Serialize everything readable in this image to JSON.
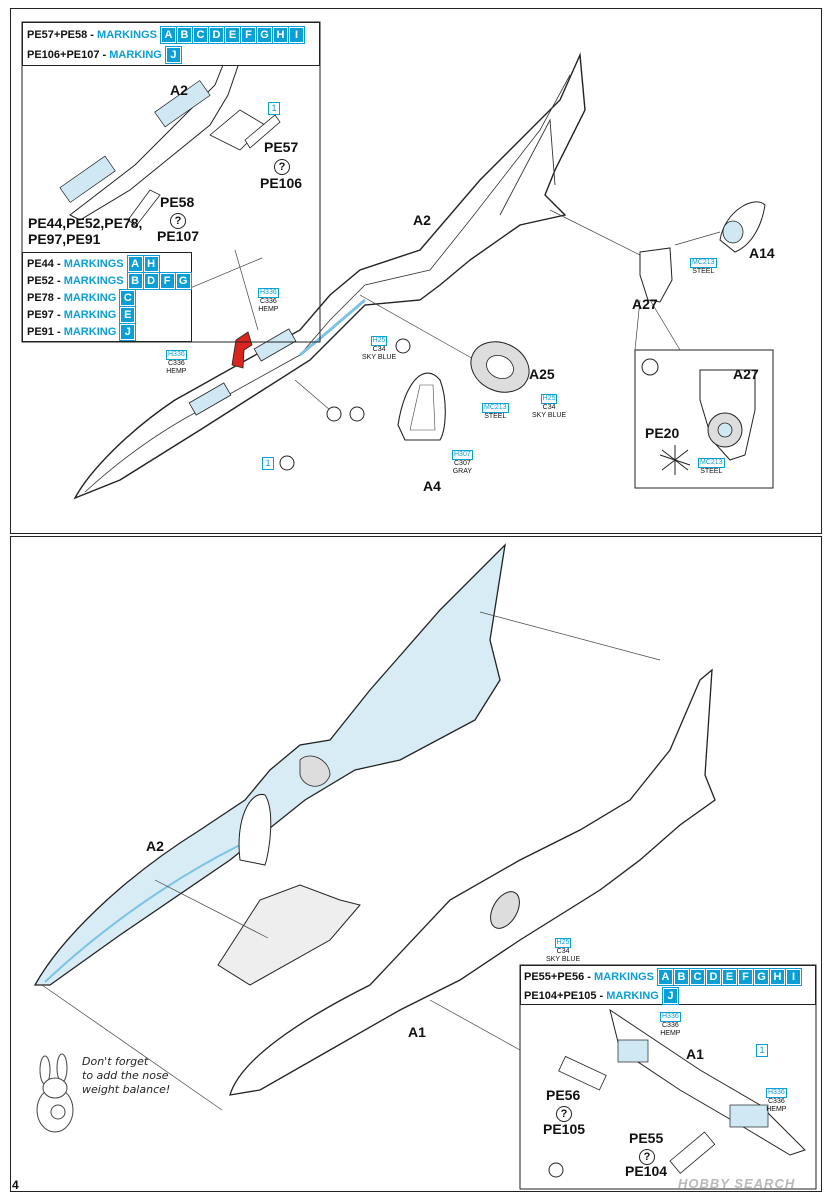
{
  "page_number": "4",
  "watermark": "HOBBY SEARCH",
  "step_top": {
    "header_box_1": {
      "line1_parts": "PE57+PE58",
      "line1_markings_label": "MARKINGS",
      "line1_letters": [
        "A",
        "B",
        "C",
        "D",
        "E",
        "F",
        "G",
        "H",
        "I"
      ],
      "line2_parts": "PE106+PE107",
      "line2_markings_label": "MARKING",
      "line2_letters": [
        "J"
      ]
    },
    "header_box_2": {
      "rows": [
        {
          "parts": "PE44",
          "label": "MARKINGS",
          "letters": [
            "A",
            "H"
          ]
        },
        {
          "parts": "PE52",
          "label": "MARKINGS",
          "letters": [
            "B",
            "D",
            "F",
            "G"
          ]
        },
        {
          "parts": "PE78",
          "label": "MARKING",
          "letters": [
            "C"
          ]
        },
        {
          "parts": "PE97",
          "label": "MARKING",
          "letters": [
            "E"
          ]
        },
        {
          "parts": "PE91",
          "label": "MARKING",
          "letters": [
            "J"
          ]
        }
      ]
    },
    "labels": {
      "a2_inset": "A2",
      "a2_main": "A2",
      "a4": "A4",
      "a25": "A25",
      "a14": "A14",
      "a27": "A27",
      "a27_inset": "A27",
      "pe20": "PE20",
      "pe57": "PE57",
      "pe106": "PE106",
      "pe58": "PE58",
      "pe107": "PE107",
      "pe_multi_line1": "PE44,PE52,PE78,",
      "pe_multi_line2": "PE97,PE91",
      "question_mark": "?",
      "callout_1a": "1",
      "callout_1b": "1"
    },
    "paints": [
      {
        "code": "H336",
        "num": "C336",
        "name": "HEMP"
      },
      {
        "code": "H336",
        "num": "C336",
        "name": "HEMP"
      },
      {
        "code": "H25",
        "num": "C34",
        "name": "SKY BLUE"
      },
      {
        "code": "H25",
        "num": "C34",
        "name": "SKY BLUE"
      },
      {
        "code": "MC213",
        "name": "STEEL"
      },
      {
        "code": "MC213",
        "name": "STEEL"
      },
      {
        "code": "MC213",
        "name": "STEEL"
      },
      {
        "code": "H307",
        "num": "C307",
        "name": "GRAY"
      }
    ]
  },
  "step_bottom": {
    "labels": {
      "a2": "A2",
      "a1": "A1",
      "a1_inset": "A1",
      "pe56": "PE56",
      "pe105": "PE105",
      "pe55": "PE55",
      "pe104": "PE104",
      "question_mark": "?",
      "callout_1": "1"
    },
    "header_box": {
      "line1_parts": "PE55+PE56",
      "line1_markings_label": "MARKINGS",
      "line1_letters": [
        "A",
        "B",
        "C",
        "D",
        "E",
        "F",
        "G",
        "H",
        "I"
      ],
      "line2_parts": "PE104+PE105",
      "line2_markings_label": "MARKING",
      "line2_letters": [
        "J"
      ]
    },
    "paints": [
      {
        "code": "H25",
        "num": "C34",
        "name": "SKY BLUE"
      },
      {
        "code": "H336",
        "num": "C336",
        "name": "HEMP"
      },
      {
        "code": "H336",
        "num": "C336",
        "name": "HEMP"
      }
    ],
    "note": [
      "Don't forget",
      "to add the nose",
      "weight balance!"
    ]
  },
  "colors": {
    "accent": "#0a9fd6",
    "highlight_red": "#d8261e",
    "light_blue_fill": "#cfe8f4"
  }
}
